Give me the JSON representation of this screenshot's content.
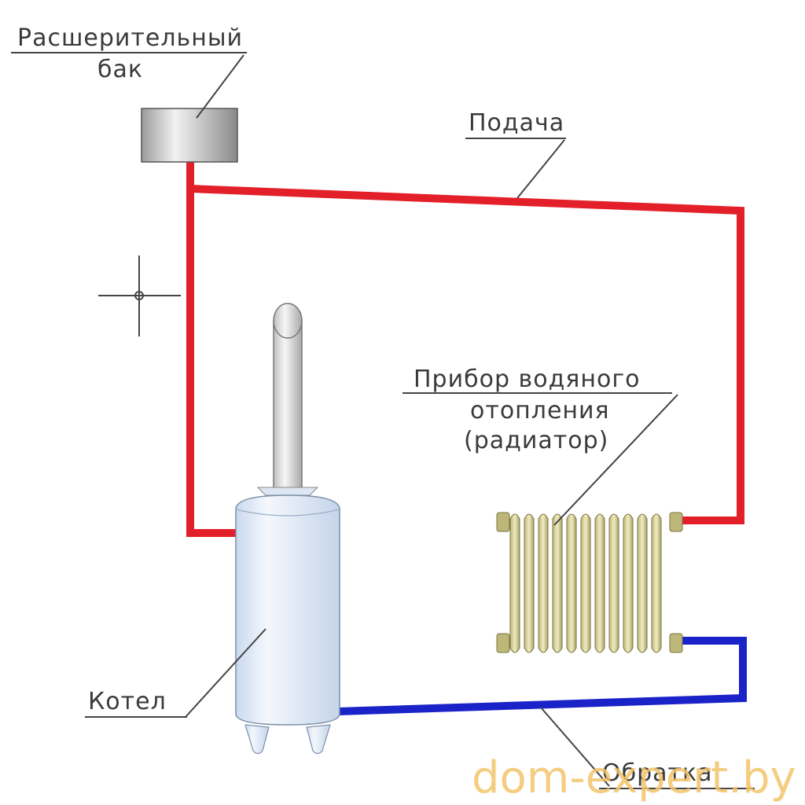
{
  "labels": {
    "expansion_tank_line1": "Расшерительный",
    "expansion_tank_line2": "бак",
    "supply": "Подача",
    "radiator_line1": "Прибор водяного",
    "radiator_line2": "отопления",
    "radiator_line3": "(радиатор)",
    "boiler": "Котел",
    "return": "Обратка"
  },
  "watermark": "dom-expert.by",
  "colors": {
    "supply_pipe": "#e3202a",
    "return_pipe": "#1a23c8",
    "boiler_body": "#dde9f7",
    "radiator": "#d8d39a",
    "watermark": "#f2c46a"
  }
}
